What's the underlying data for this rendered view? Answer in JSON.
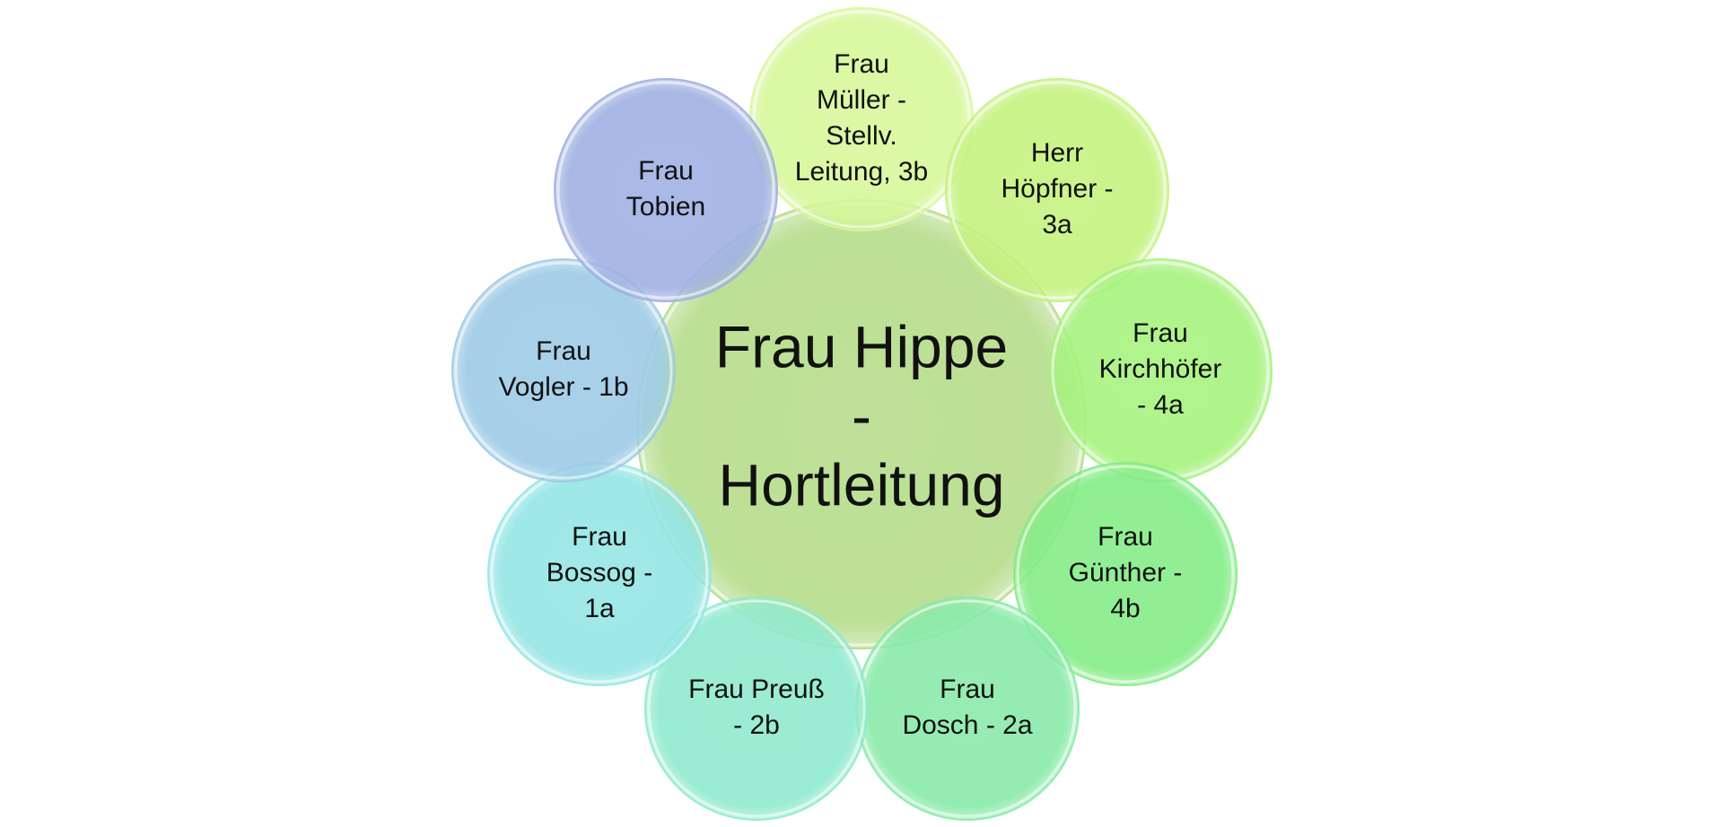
{
  "center": {
    "lines": [
      "Frau Hippe",
      "-",
      "Hortleitung"
    ],
    "color": "#b5dc8a"
  },
  "nodes": [
    {
      "lines": [
        "Frau",
        "Müller -",
        "Stellv.",
        "Leitung, 3b"
      ],
      "color": "#d7f79a"
    },
    {
      "lines": [
        "Herr",
        "Höpfner -",
        "3a"
      ],
      "color": "#c5f27f"
    },
    {
      "lines": [
        "Frau",
        "Kirchhöfer",
        "- 4a"
      ],
      "color": "#a6f27e"
    },
    {
      "lines": [
        "Frau",
        "Günther -",
        "4b"
      ],
      "color": "#84ec86"
    },
    {
      "lines": [
        "Frau",
        "Dosch - 2a"
      ],
      "color": "#88eaa9"
    },
    {
      "lines": [
        "Frau Preuß",
        "- 2b"
      ],
      "color": "#8feacd"
    },
    {
      "lines": [
        "Frau",
        "Bossog -",
        "1a"
      ],
      "color": "#95e5e5"
    },
    {
      "lines": [
        "Frau",
        "Vogler - 1b"
      ],
      "color": "#9dcbe6"
    },
    {
      "lines": [
        "Frau",
        "Tobien"
      ],
      "color": "#9fb0e2"
    }
  ]
}
